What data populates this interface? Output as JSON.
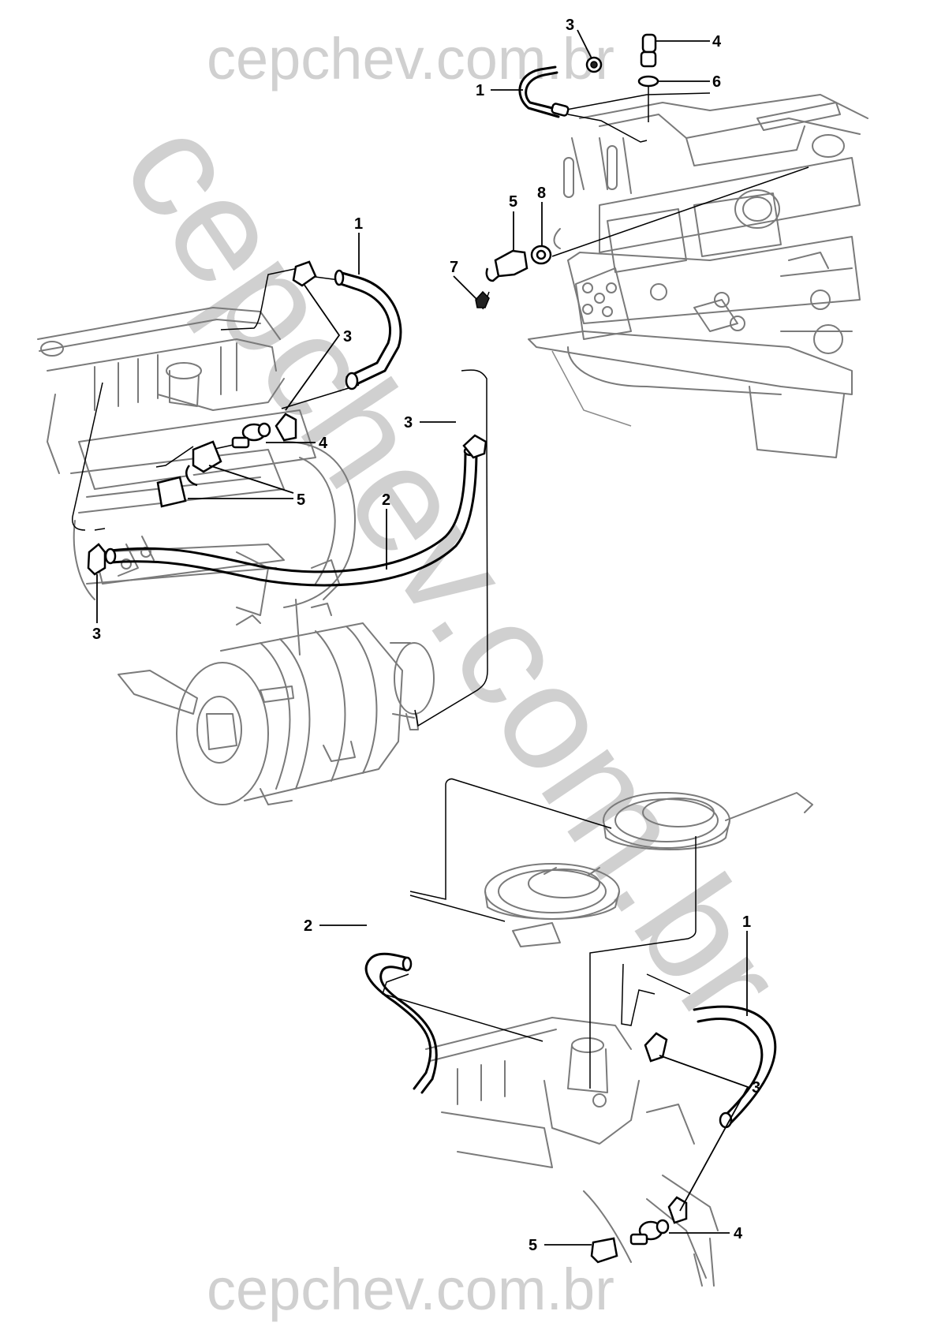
{
  "watermark": {
    "text_horizontal": "cepchev.com.br",
    "text_diagonal": "cepchev.com.br",
    "color": "#d0d0d0"
  },
  "diagram": {
    "type": "exploded-parts-diagram",
    "line_color_parts": "#000000",
    "line_color_engine": "#7a7a7a",
    "views": [
      {
        "name": "top-right-engine-view",
        "callouts": [
          {
            "id": "tr-1",
            "label": "1",
            "part": "hose"
          },
          {
            "id": "tr-3",
            "label": "3",
            "part": "clamp"
          },
          {
            "id": "tr-4",
            "label": "4",
            "part": "connector"
          },
          {
            "id": "tr-6",
            "label": "6",
            "part": "grommet"
          },
          {
            "id": "tr-5",
            "label": "5",
            "part": "valve"
          },
          {
            "id": "tr-8",
            "label": "8",
            "part": "grommet"
          },
          {
            "id": "tr-7",
            "label": "7",
            "part": "clip"
          }
        ]
      },
      {
        "name": "middle-left-engine-view",
        "callouts": [
          {
            "id": "ml-1",
            "label": "1",
            "part": "hose"
          },
          {
            "id": "ml-3a",
            "label": "3",
            "part": "clamp"
          },
          {
            "id": "ml-3b",
            "label": "3",
            "part": "clamp"
          },
          {
            "id": "ml-3c",
            "label": "3",
            "part": "clamp"
          },
          {
            "id": "ml-4",
            "label": "4",
            "part": "connector"
          },
          {
            "id": "ml-5",
            "label": "5",
            "part": "valve"
          },
          {
            "id": "ml-2",
            "label": "2",
            "part": "hose"
          }
        ]
      },
      {
        "name": "bottom-right-carburetor-view",
        "callouts": [
          {
            "id": "br-2",
            "label": "2",
            "part": "hose"
          },
          {
            "id": "br-1",
            "label": "1",
            "part": "hose"
          },
          {
            "id": "br-3",
            "label": "3",
            "part": "clamp"
          },
          {
            "id": "br-5",
            "label": "5",
            "part": "valve"
          },
          {
            "id": "br-4",
            "label": "4",
            "part": "connector"
          }
        ]
      }
    ]
  }
}
